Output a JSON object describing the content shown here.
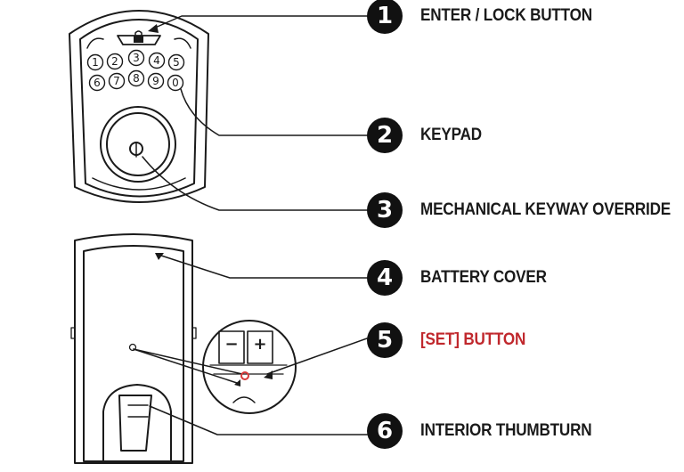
{
  "callouts": [
    {
      "number": "1",
      "label": "ENTER / LOCK BUTTON",
      "icon": "lock-icon"
    },
    {
      "number": "2",
      "label": "KEYPAD"
    },
    {
      "number": "3",
      "label": "MECHANICAL KEYWAY OVERRIDE"
    },
    {
      "number": "4",
      "label": "BATTERY COVER"
    },
    {
      "number": "5",
      "label": "[SET] BUTTON",
      "color": "#c0282d"
    },
    {
      "number": "6",
      "label": "INTERIOR THUMBTURN"
    }
  ],
  "keypad": {
    "row1": [
      "1",
      "2",
      "3",
      "4",
      "5"
    ],
    "row2": [
      "6",
      "7",
      "8",
      "9",
      "0"
    ]
  },
  "detail": {
    "minus": "−",
    "plus": "+"
  },
  "colors": {
    "line": "#1a1a1a",
    "badge": "#111111",
    "set_button": "#d83a3a"
  }
}
